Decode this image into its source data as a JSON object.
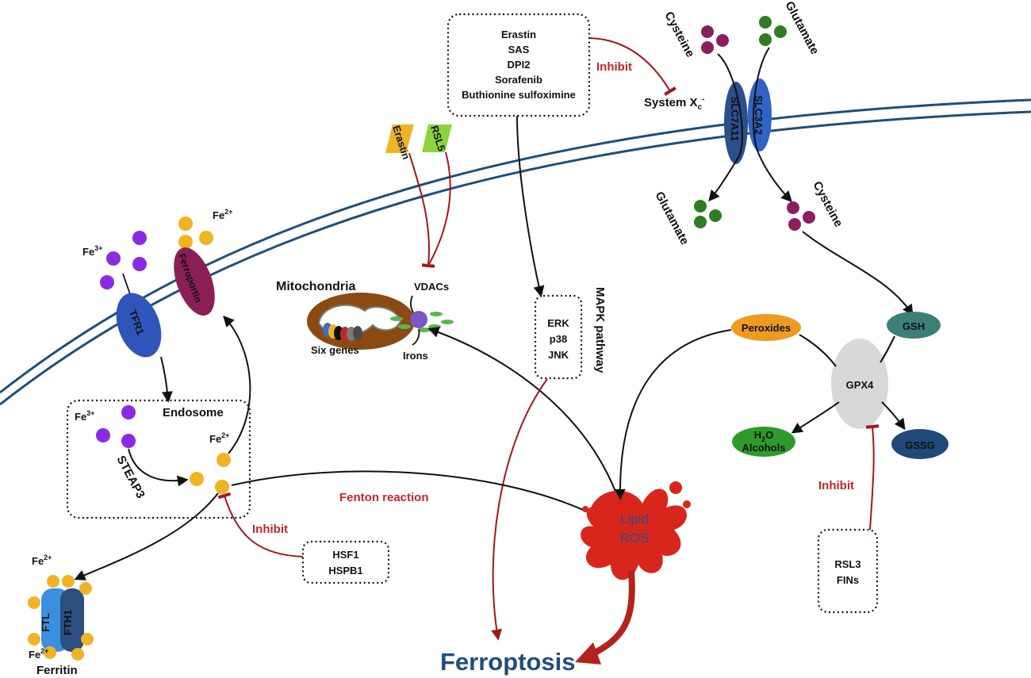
{
  "drugs_box": [
    "Erastin",
    "SAS",
    "DPI2",
    "Sorafenib",
    "Buthionine sulfoximine"
  ],
  "inhibit_label": "Inhibit",
  "system_xc": {
    "base": "System X",
    "sub": "c",
    "sup": "-"
  },
  "transporters": {
    "slc7a11": "SLC7A11",
    "slc3a2": "SLC3A2"
  },
  "amino_acids": {
    "cysteine_out": "Cysteine",
    "glutamate_out": "Glutamate",
    "glutamate_in": "Glutamate",
    "cysteine_in": "Cysteine"
  },
  "erastin_tag": "Erastin",
  "rsl5_tag": "RSL5",
  "mitochondria": {
    "title": "Mitochondria",
    "vdacs": "VDACs",
    "six_genes": "Six genes",
    "irons": "Irons"
  },
  "mapk": {
    "title": "MAPK pathway",
    "items": [
      "ERK",
      "p38",
      "JNK"
    ]
  },
  "iron": {
    "fe3": {
      "base": "Fe",
      "sup": "3+"
    },
    "fe2": {
      "base": "Fe",
      "sup": "2+"
    },
    "tfr1": "TFR1",
    "ferroportin": "Ferroportin",
    "endosome": "Endosome",
    "steap3": "STEAP3"
  },
  "fenton": "Fenton reaction",
  "hsf_box": [
    "HSF1",
    "HSPB1"
  ],
  "ferritin": {
    "ftl": "FTL",
    "fth1": "FTH1",
    "name": "Ferritin"
  },
  "lipid_ros": [
    "Lipid",
    "ROS"
  ],
  "ferroptosis": "Ferroptosis",
  "gpx4": {
    "peroxides": "Peroxides",
    "gsh": "GSH",
    "gpx4": "GPX4",
    "h2o": {
      "base": "H",
      "sub": "2",
      "rest": "O"
    },
    "alcohols": "Alcohols",
    "gssg": "GSSG"
  },
  "rsl3_box": [
    "RSL3",
    "FINs"
  ],
  "colors": {
    "membrane": "#1f4e79",
    "fe3": "#8a2be2",
    "fe2": "#f0b323",
    "cysteine": "#8b1f5e",
    "glutamate": "#2e7d23",
    "tfr1": "#2f55b8",
    "ferroportin": "#8a1f55",
    "slc7a11": "#2a4f8c",
    "slc3a2": "#2f63c4",
    "mito": "#8b4a12",
    "ros": "#d9261c",
    "ros_text": "#2d4c8a",
    "peroxides": "#ef9a22",
    "gsh": "#3c7f78",
    "gpx4": "#d8d8d8",
    "h2o": "#2e9a2a",
    "gssg": "#1f4a7a",
    "ftl": "#3b8fe0",
    "fth1": "#2b4f7e",
    "erastin_tag": "#f0b323",
    "rsl5_tag": "#8cd43c",
    "inhibit": "#a3161c",
    "ferroptosis": "#1f4e79"
  }
}
